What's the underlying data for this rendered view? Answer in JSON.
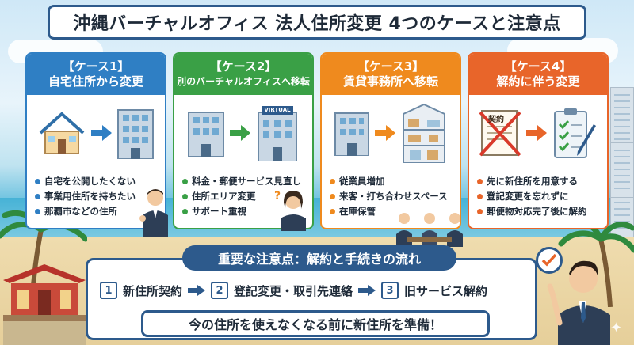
{
  "title": "沖縄バーチャルオフィス 法人住所変更 4つのケースと注意点",
  "cases": [
    {
      "label": "【ケース1】",
      "title": "自宅住所から変更",
      "points": [
        "自宅を公開したくない",
        "事業用住所を持ちたい",
        "那覇市などの住所"
      ]
    },
    {
      "label": "【ケース2】",
      "title": "別のバーチャルオフィスへ移転",
      "sign": "VIRTUAL",
      "points": [
        "料金・郵便サービス見直し",
        "住所エリア変更",
        "サポート重視"
      ]
    },
    {
      "label": "【ケース3】",
      "title": "賃貸事務所へ移転",
      "points": [
        "従業員増加",
        "来客・打ち合わせスペース",
        "在庫保管"
      ]
    },
    {
      "label": "【ケース4】",
      "title": "解約に伴う変更",
      "doc_label": "契約",
      "points": [
        "先に新住所を用意する",
        "登記変更を忘れずに",
        "郵便物対応完了後に解約"
      ]
    }
  ],
  "flow": {
    "heading": "重要な注意点：解約と手続きの流れ",
    "steps": [
      {
        "num": "1",
        "label": "新住所契約"
      },
      {
        "num": "2",
        "label": "登記変更・取引先連絡"
      },
      {
        "num": "3",
        "label": "旧サービス解約"
      }
    ],
    "warning": "今の住所を使えなくなる前に新住所を準備！"
  },
  "colors": {
    "case1": "#2f7fc4",
    "case2": "#3aa046",
    "case3": "#ef8a1e",
    "case4": "#e8652a",
    "navy": "#2d5a8c"
  },
  "icons": [
    "house-icon",
    "office-building-icon",
    "right-arrow-icon",
    "contract-crossed-icon",
    "checklist-icon",
    "checkmark-icon",
    "sparkle-icon"
  ]
}
